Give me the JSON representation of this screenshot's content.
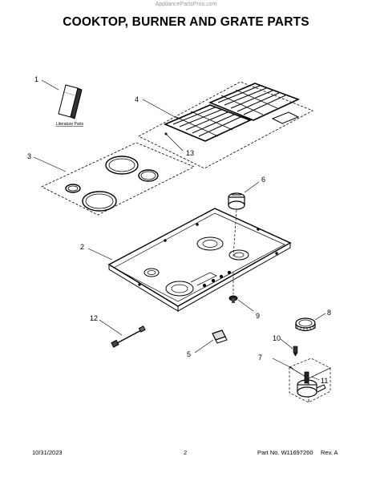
{
  "watermark": "AppliancePartsPros.com",
  "title": "COOKTOP, BURNER AND GRATE PARTS",
  "literature_label": "Literature Parts",
  "callouts": [
    "1",
    "2",
    "3",
    "4",
    "5",
    "6",
    "7",
    "8",
    "9",
    "10",
    "11",
    "12",
    "13"
  ],
  "footer": {
    "date": "10/31/2023",
    "page": "2",
    "part_number": "Part No. W11697260",
    "revision": "Rev. A"
  }
}
